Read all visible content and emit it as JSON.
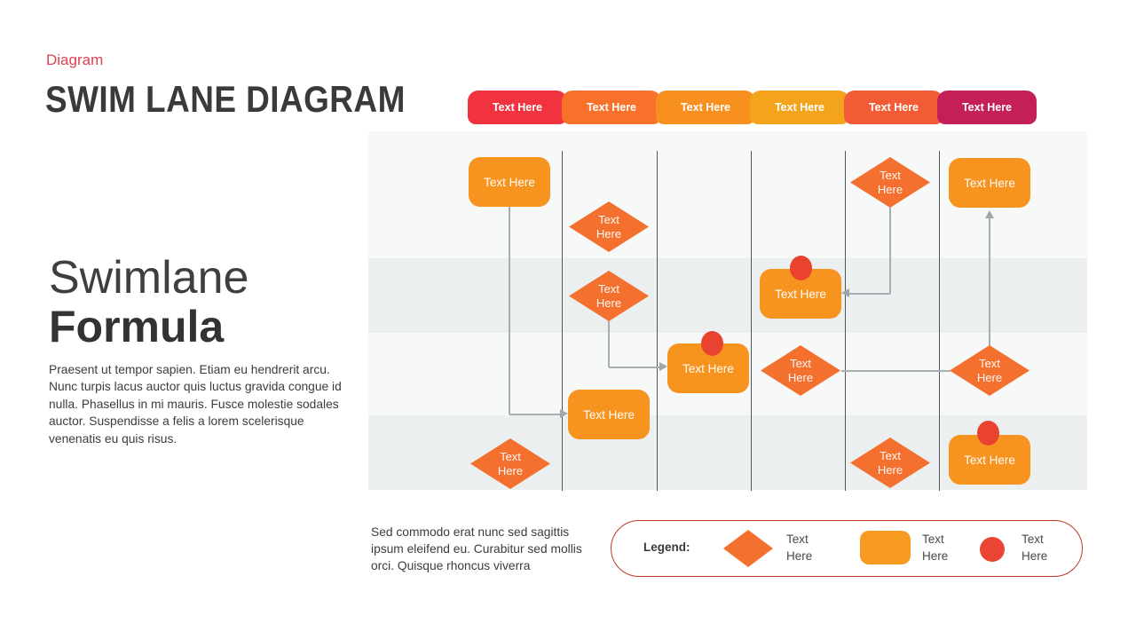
{
  "slide": {
    "eyebrow": "Diagram",
    "title": "SWIM LANE DIAGRAM",
    "headline_light": "Swimlane",
    "headline_bold": "Formula",
    "paragraph": "Praesent ut tempor sapien. Etiam eu hendrerit arcu. Nunc turpis lacus auctor quis luctus gravida congue id nulla. Phasellus in mi mauris. Fusce molestie sodales auctor. Suspendisse a felis a lorem scelerisque venenatis eu quis risus.",
    "note": "Sed commodo erat nunc sed sagittis ipsum eleifend eu. Curabitur sed mollis orci. Quisque rhoncus viverra"
  },
  "lanes": {
    "tabs": [
      {
        "label": "Text Here",
        "color": "#F1333F"
      },
      {
        "label": "Text Here",
        "color": "#F8722B"
      },
      {
        "label": "Text Here",
        "color": "#F8901F"
      },
      {
        "label": "Text Here",
        "color": "#F4A41C"
      },
      {
        "label": "Text Here",
        "color": "#F25B36"
      },
      {
        "label": "Text Here",
        "color": "#C42057"
      }
    ]
  },
  "flowchart": {
    "rects": [
      {
        "label": "Text Here"
      },
      {
        "label": "Text Here"
      },
      {
        "label": "Text Here"
      },
      {
        "label": "Text Here"
      },
      {
        "label": "Text Here"
      },
      {
        "label": "Text Here"
      }
    ],
    "diamonds": [
      {
        "label": "Text Here"
      },
      {
        "label": "Text Here"
      },
      {
        "label": "Text Here"
      },
      {
        "label": "Text Here"
      },
      {
        "label": "Text Here"
      },
      {
        "label": "Text Here"
      },
      {
        "label": "Text Here"
      }
    ]
  },
  "legend": {
    "title": "Legend:",
    "items": [
      {
        "shape": "diamond",
        "label": "Text Here"
      },
      {
        "shape": "rect",
        "label": "Text Here"
      },
      {
        "shape": "circle",
        "label": "Text Here"
      }
    ]
  },
  "colors": {
    "rect": "#F79420",
    "diamond": "#F4702E",
    "dot": "#E9432F",
    "lane_row_light": "#F7F8F8",
    "lane_row_gray": "#ECEFEF",
    "lane_line": "#54565B",
    "connector": "#A8AFB1",
    "legend_border": "#C0392B",
    "accent": "#DD4053",
    "heading": "#3A3A3C"
  }
}
